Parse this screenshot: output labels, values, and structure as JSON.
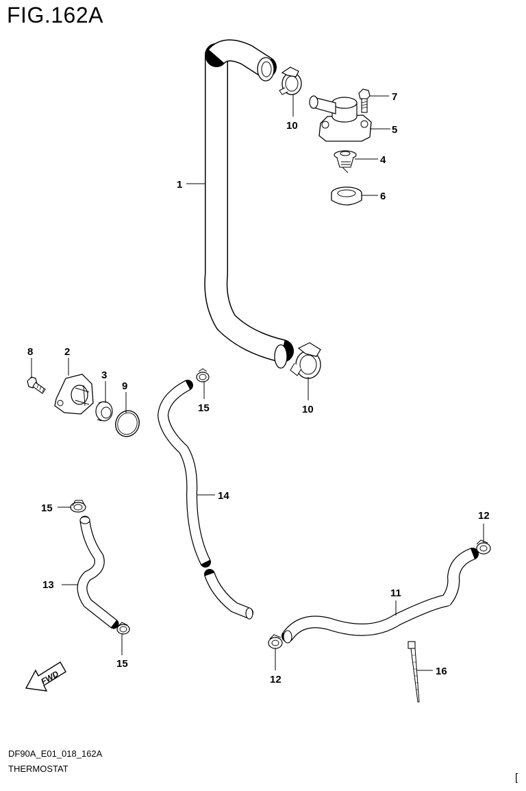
{
  "figure_title": "FIG.162A",
  "footer": {
    "code": "DF90A_E01_018_162A",
    "name": "THERMOSTAT"
  },
  "corner_mark": "[",
  "fwd_label": "FWD",
  "callouts": [
    {
      "id": "p1",
      "label": "1"
    },
    {
      "id": "p2",
      "label": "2"
    },
    {
      "id": "p3",
      "label": "3"
    },
    {
      "id": "p4",
      "label": "4"
    },
    {
      "id": "p5",
      "label": "5"
    },
    {
      "id": "p6",
      "label": "6"
    },
    {
      "id": "p7",
      "label": "7"
    },
    {
      "id": "p8",
      "label": "8"
    },
    {
      "id": "p9",
      "label": "9"
    },
    {
      "id": "p10a",
      "label": "10"
    },
    {
      "id": "p10b",
      "label": "10"
    },
    {
      "id": "p11",
      "label": "11"
    },
    {
      "id": "p12a",
      "label": "12"
    },
    {
      "id": "p12b",
      "label": "12"
    },
    {
      "id": "p13",
      "label": "13"
    },
    {
      "id": "p14",
      "label": "14"
    },
    {
      "id": "p15a",
      "label": "15"
    },
    {
      "id": "p15b",
      "label": "15"
    },
    {
      "id": "p15c",
      "label": "15"
    },
    {
      "id": "p16",
      "label": "16"
    }
  ]
}
